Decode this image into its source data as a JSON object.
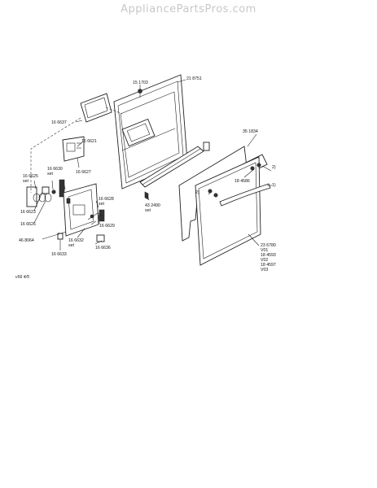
{
  "watermark": "AppliancePartsPros.com",
  "labels": {
    "p151703": "15 1703",
    "p218751": "21 8751",
    "p166637": "16 6637",
    "p166621": "16 6621",
    "p166627": "16 6627",
    "p166625": "16 6625",
    "p166625_set": "set",
    "p166630": "16 6630",
    "p166630_set": "set",
    "p166623": "16 6623",
    "p166626": "16 6626",
    "p466064": "46 8064",
    "p166633": "16 6633",
    "p166628": "16 6628",
    "p166628_set": "set",
    "p166629": "16 6629",
    "p166632": "16 6632",
    "p166632_set": "set",
    "p166636": "16 6636",
    "p432490": "43 2490",
    "p432490_set": "set",
    "p351834": "35 1834",
    "p184586": "18 4586",
    "n2a": "2)",
    "n1": "1)",
    "n2b": "2)",
    "p236780": "23 6780",
    "v01": "V01",
    "p184593": "18 4593",
    "v02": "V02",
    "p184597": "18 4597",
    "v03": "V03",
    "ref": "v56    4/5"
  }
}
